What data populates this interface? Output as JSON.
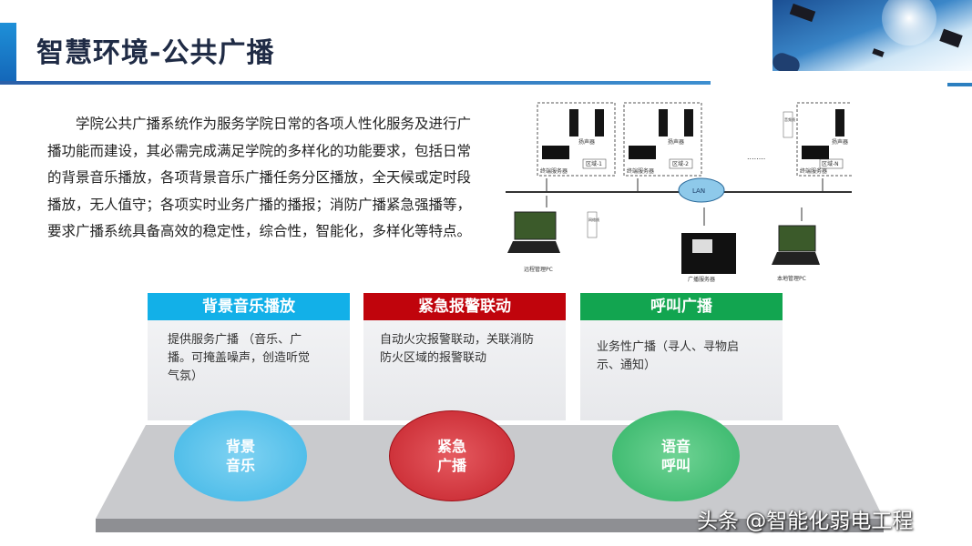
{
  "header": {
    "title": "智慧环境-公共广播"
  },
  "intro": "学院公共广播系统作为服务学院日常的各项人性化服务及进行广播功能而建设，其必需完成满足学院的多样化的功能要求，包括日常的背景音乐播放，各项背景音乐广播任务分区播放，全天候或定时段播放，无人值守；各项实时业务广播的播报；消防广播紧急强播等，要求广播系统具备高效的稳定性，综合性，智能化，多样化等特点。",
  "diagram": {
    "zones": [
      {
        "label": "区域-1",
        "speaker": "扬声器",
        "terminal": "终端服务器"
      },
      {
        "label": "区域-2",
        "speaker": "扬声器",
        "terminal": "终端服务器"
      },
      {
        "label": "区域-N",
        "speaker": "扬声器",
        "terminal": "终端服务器"
      }
    ],
    "ellipsis": "........",
    "network": "LAN",
    "network_cable": "网络线",
    "audio_cable": "音频线",
    "remote_pc": "远程管理PC",
    "server": "广播服务器",
    "local_pc": "本地管理PC"
  },
  "cards": [
    {
      "title": "背景音乐播放",
      "body": "提供服务广播 （音乐、广播。可掩盖噪声，创造听觉气氛）",
      "circle": [
        "背景",
        "音乐"
      ],
      "color": "#12b0e8"
    },
    {
      "title": "紧急报警联动",
      "body": "自动火灾报警联动，关联消防防火区域的报警联动",
      "circle": [
        "紧急",
        "广播"
      ],
      "color": "#c0040c"
    },
    {
      "title": "呼叫广播",
      "body": "业务性广播（寻人、寻物启示、通知）",
      "circle": [
        "语音",
        "呼叫"
      ],
      "color": "#12a550"
    }
  ],
  "watermark": "头条 @智能化弱电工程"
}
